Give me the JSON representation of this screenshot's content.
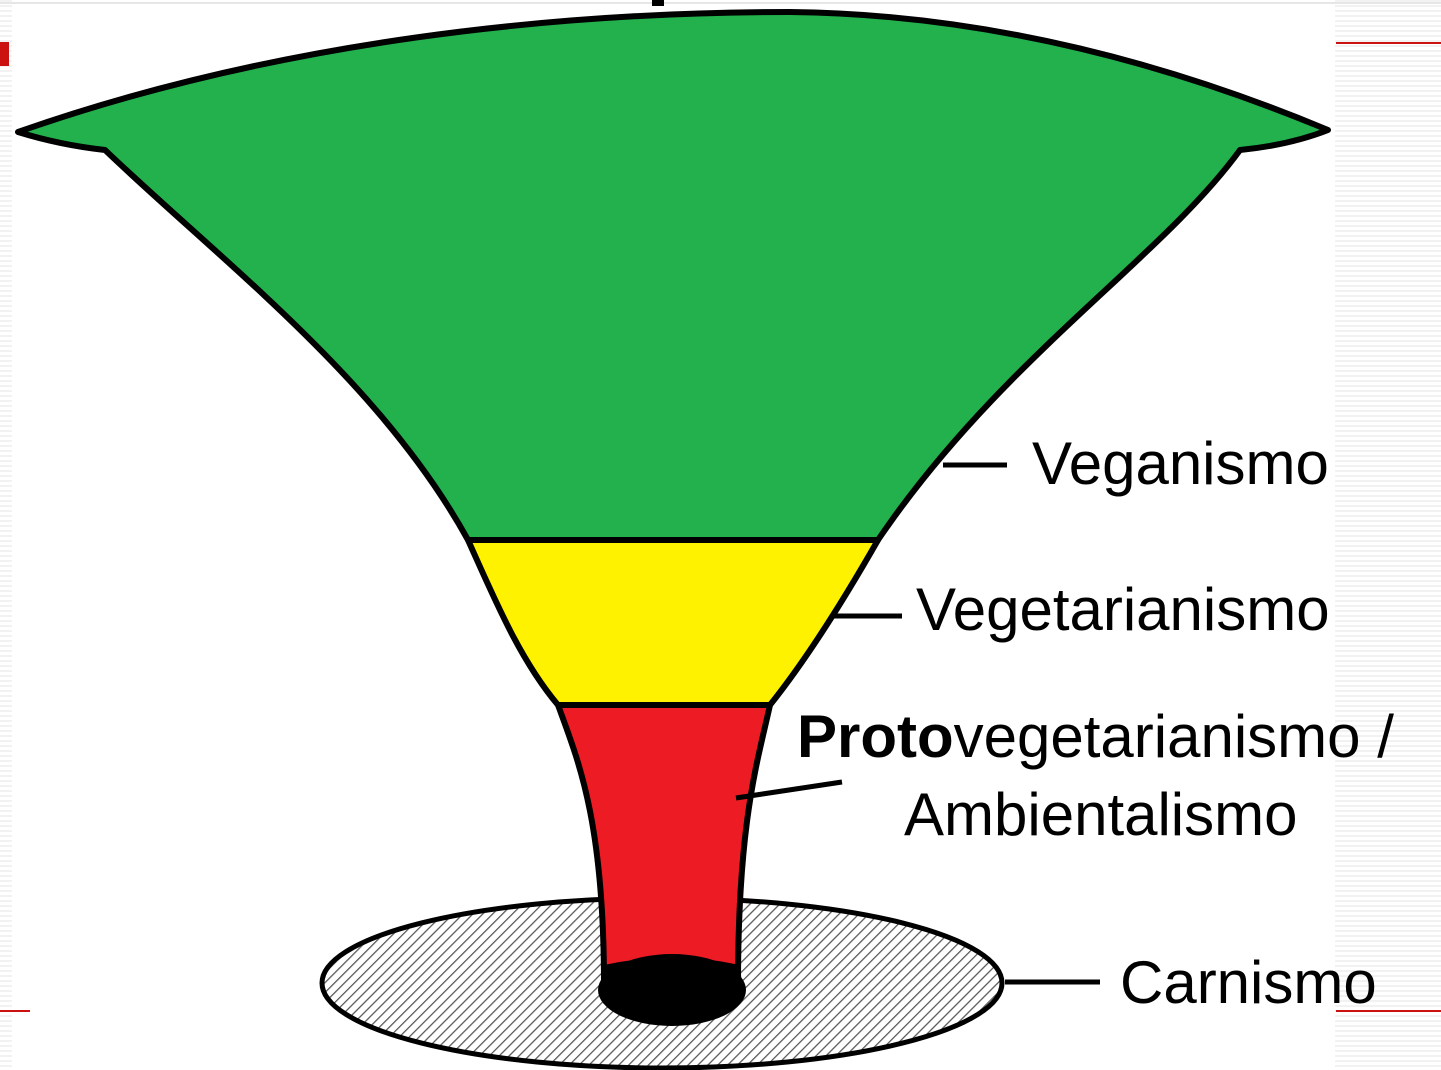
{
  "diagram": {
    "labels": {
      "veganismo": "Veganismo",
      "vegetarianismo": "Vegetarianismo",
      "proto_bold": "Proto",
      "proto_rest": "vegetarianismo /",
      "ambientalismo": "Ambientalismo",
      "carnismo": "Carnismo"
    },
    "colors": {
      "veganismo": "#22b14c",
      "vegetarianismo": "#fff200",
      "protovegetarianismo": "#ed1c24",
      "carnismo_base": "#d9d9d9",
      "outline": "#000000",
      "accent": "#cc1111"
    }
  }
}
